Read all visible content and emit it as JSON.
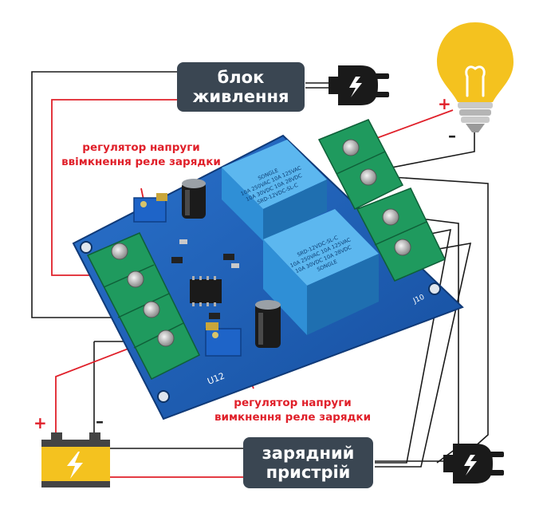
{
  "labels": {
    "power_supply": [
      "блок",
      "живлення"
    ],
    "charger": [
      "зарядний",
      "пристрій"
    ],
    "reg_on": [
      "регулятор напруги",
      "ввімкнення реле зарядки"
    ],
    "reg_off": [
      "регулятор напруги",
      "вимкнення реле зарядки"
    ]
  },
  "signs": {
    "bulb_plus": "+",
    "bulb_minus": "–",
    "battery_plus": "+",
    "battery_minus": "–"
  },
  "board": {
    "relay_top_text": [
      "SONGLE",
      "10A 250VAC 10A 125VAC",
      "10A 30VDC 10A 28VDC",
      "SRD-12VDC-SL-C"
    ],
    "relay_bottom_text": [
      "SRD-12VDC-SL-C",
      "10A 250VAC 10A 125VAC",
      "10A 30VDC 10A 28VDC",
      "SONGLE"
    ],
    "silkscreen_u12": "U12",
    "silkscreen_j": "J10"
  },
  "colors": {
    "label_bg": "#3a4652",
    "red_wire": "#e0202a",
    "pcb": "#1d5fb8",
    "terminal": "#1f9a5e",
    "relay": "#2f8fd6",
    "bulb": "#f4c21f"
  }
}
